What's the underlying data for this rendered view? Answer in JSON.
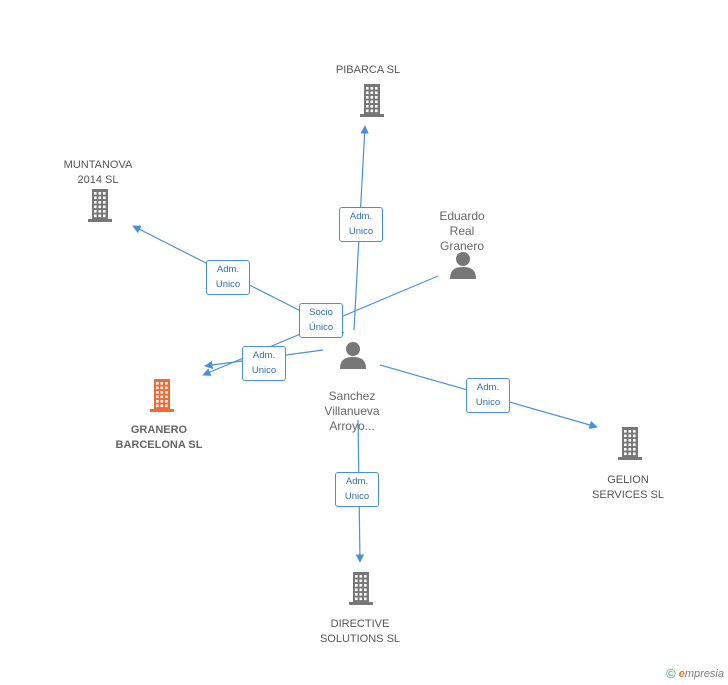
{
  "colors": {
    "edge": "#4a90d9",
    "node_gray": "#777777",
    "node_focus": "#f06a35",
    "person": "#777777"
  },
  "nodes": [
    {
      "id": "pibarca",
      "type": "company",
      "label": "PIBARCA SL"
    },
    {
      "id": "muntanova",
      "type": "company",
      "label": "MUNTANOVA\n2014  SL"
    },
    {
      "id": "eduardo",
      "type": "person",
      "label": "Eduardo\nReal\nGranero"
    },
    {
      "id": "sanchez",
      "type": "person",
      "label": "Sanchez\nVillanueva\nArroyo..."
    },
    {
      "id": "granero",
      "type": "company",
      "focus": true,
      "label": "GRANERO\nBARCELONA SL"
    },
    {
      "id": "gelion",
      "type": "company",
      "label": "GELION\nSERVICES SL"
    },
    {
      "id": "directive",
      "type": "company",
      "label": "DIRECTIVE\nSOLUTIONS  SL"
    }
  ],
  "edges": [
    {
      "from": "sanchez",
      "to": "pibarca",
      "label": "Adm.\nUnico"
    },
    {
      "from": "sanchez",
      "to": "muntanova",
      "label": "Adm.\nUnico"
    },
    {
      "from": "eduardo",
      "to": "granero",
      "label": "Socio\nÚnico"
    },
    {
      "from": "sanchez",
      "to": "granero",
      "label": "Adm.\nUnico"
    },
    {
      "from": "sanchez",
      "to": "gelion",
      "label": "Adm.\nUnico"
    },
    {
      "from": "sanchez",
      "to": "directive",
      "label": "Adm.\nUnico"
    }
  ],
  "footer": {
    "copyright_symbol": "©",
    "brand_initial": "e",
    "brand_rest": "mpresia"
  }
}
